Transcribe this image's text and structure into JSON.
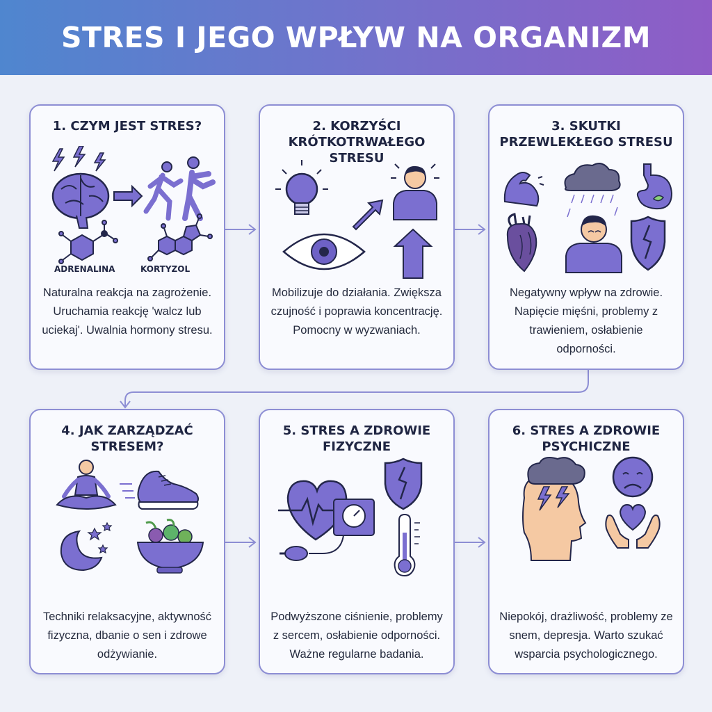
{
  "title": "STRES I JEGO WPŁYW NA ORGANIZM",
  "colors": {
    "accent_blue": "#4f86cf",
    "accent_purple": "#8f5cc6",
    "icon_fill": "#7b6fd0",
    "icon_stroke": "#23264a",
    "skin": "#f5c9a3"
  },
  "cards": [
    {
      "title": "1. CZYM JEST STRES?",
      "labels": [
        "ADRENALINA",
        "KORTYZOL"
      ],
      "text": "Naturalna reakcja na zagrożenie. Uruchamia reakcję 'walcz lub uciekaj'. Uwalnia hormony stresu.",
      "icons": [
        "brain-icon",
        "lightning-icon",
        "arrow-right-icon",
        "running-person-icon",
        "fighting-person-icon",
        "molecule-icon"
      ]
    },
    {
      "title": "2. KORZYŚCI KRÓTKOTRWAŁEGO STRESU",
      "text": "Mobilizuje do działania. Zwiększa czujność i poprawia koncentrację. Pomocny w wyzwaniach.",
      "icons": [
        "lightbulb-icon",
        "trend-up-arrow-icon",
        "alert-person-icon",
        "eye-icon",
        "arrow-up-icon"
      ]
    },
    {
      "title": "3. SKUTKI PRZEWLEKŁEGO STRESU",
      "text": "Negatywny wpływ na zdrowie. Napięcie mięśni, problemy z trawieniem, osłabienie odporności.",
      "icons": [
        "muscle-icon",
        "rain-cloud-icon",
        "stomach-icon",
        "heart-organ-icon",
        "sad-person-icon",
        "broken-shield-icon"
      ]
    },
    {
      "title": "4. JAK ZARZĄDZAĆ STRESEM?",
      "text": "Techniki relaksacyjne, aktywność fizyczna, dbanie o sen i zdrowe odżywianie.",
      "icons": [
        "meditation-icon",
        "sneaker-icon",
        "moon-stars-icon",
        "salad-bowl-icon"
      ]
    },
    {
      "title": "5. STRES A ZDROWIE FIZYCZNE",
      "text": "Podwyższone ciśnienie, problemy z sercem, osłabienie odporności. Ważne regularne badania.",
      "icons": [
        "heart-pulse-icon",
        "blood-pressure-monitor-icon",
        "broken-shield-icon",
        "thermometer-icon"
      ]
    },
    {
      "title": "6. STRES A ZDROWIE PSYCHICZNE",
      "text": "Niepokój, drażliwość, problemy ze snem, depresja. Warto szukać wsparcia psychologicznego.",
      "icons": [
        "stressed-head-icon",
        "sad-face-icon",
        "heart-hands-icon"
      ]
    }
  ]
}
